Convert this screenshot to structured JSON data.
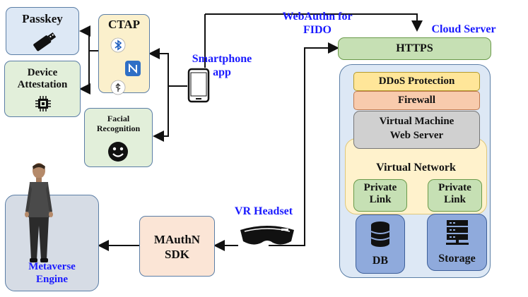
{
  "passkey": {
    "label": "Passkey"
  },
  "ctap": {
    "label": "CTAP"
  },
  "device_attestation": {
    "label_line1": "Device",
    "label_line2": "Attestation"
  },
  "facial_recognition": {
    "label_line1": "Facial",
    "label_line2": "Recognition"
  },
  "smartphone": {
    "label_line1": "Smartphone",
    "label_line2": "app"
  },
  "webauthn": {
    "label_line1": "WebAuthn for",
    "label_line2": "FIDO"
  },
  "cloud_server": {
    "label": "Cloud Server"
  },
  "https": {
    "label": "HTTPS"
  },
  "ddos": {
    "label": "DDoS Protection"
  },
  "firewall": {
    "label": "Firewall"
  },
  "vm": {
    "label_line1": "Virtual Machine",
    "label_line2": "Web Server"
  },
  "virtual_network": {
    "label": "Virtual Network"
  },
  "private_link_1": {
    "label_line1": "Private",
    "label_line2": "Link"
  },
  "private_link_2": {
    "label_line1": "Private",
    "label_line2": "Link"
  },
  "db": {
    "label": "DB"
  },
  "storage": {
    "label": "Storage"
  },
  "vr_headset": {
    "label": "VR Headset"
  },
  "mauthn": {
    "label_line1": "MAuthN",
    "label_line2": "SDK"
  },
  "metaverse": {
    "label_line1": "Metaverse",
    "label_line2": "Engine"
  },
  "colors": {
    "blue_text": "#1a1aff",
    "light_blue": "#dde8f5",
    "light_green": "#e2efda",
    "light_yellow": "#fbf0cc",
    "https_green": "#c6e0b4",
    "ddos_yellow": "#ffe699",
    "firewall_orange": "#f8cbad",
    "vm_gray": "#d0d0d0",
    "vnet_yellow": "#fff2cc",
    "private_green": "#c6e0b4",
    "storage_blue": "#8faadc",
    "sdk_peach": "#fbe5d6",
    "metaverse_gray": "#d6dce5"
  }
}
